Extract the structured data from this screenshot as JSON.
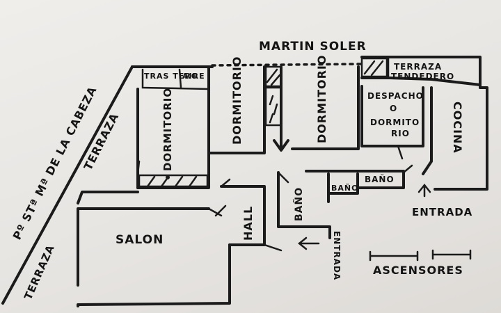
{
  "labels": {
    "street_top": "MARTIN SOLER",
    "street_left": "Pº STª Mª DE LA CABEZA",
    "terraza_left": "TERRAZA",
    "terraza_bottom": "TERRAZA",
    "trastero_line1": "TRAS TERO",
    "trastero_line2": "AIRE",
    "dormitorio_1": "DORMITORIO",
    "dormitorio_2": "DORMITORIO",
    "dormitorio_3": "DORMITORIO",
    "despacho_line1": "DESPACHO",
    "despacho_line2": "O",
    "despacho_line3": "DORMITO",
    "despacho_line4": "RIO",
    "terraza_tendedero_line1": "TERRAZA",
    "terraza_tendedero_line2": "TENDEDERO",
    "cocina": "COCINA",
    "bano_1": "BAÑO",
    "bano_2": "BAÑO",
    "bano_3": "BAÑO",
    "hall": "HALL",
    "salon": "SALON",
    "entrada_right": "ENTRADA",
    "entrada_bottom": "ENTRADA",
    "ascensores": "ASCENSORES"
  }
}
